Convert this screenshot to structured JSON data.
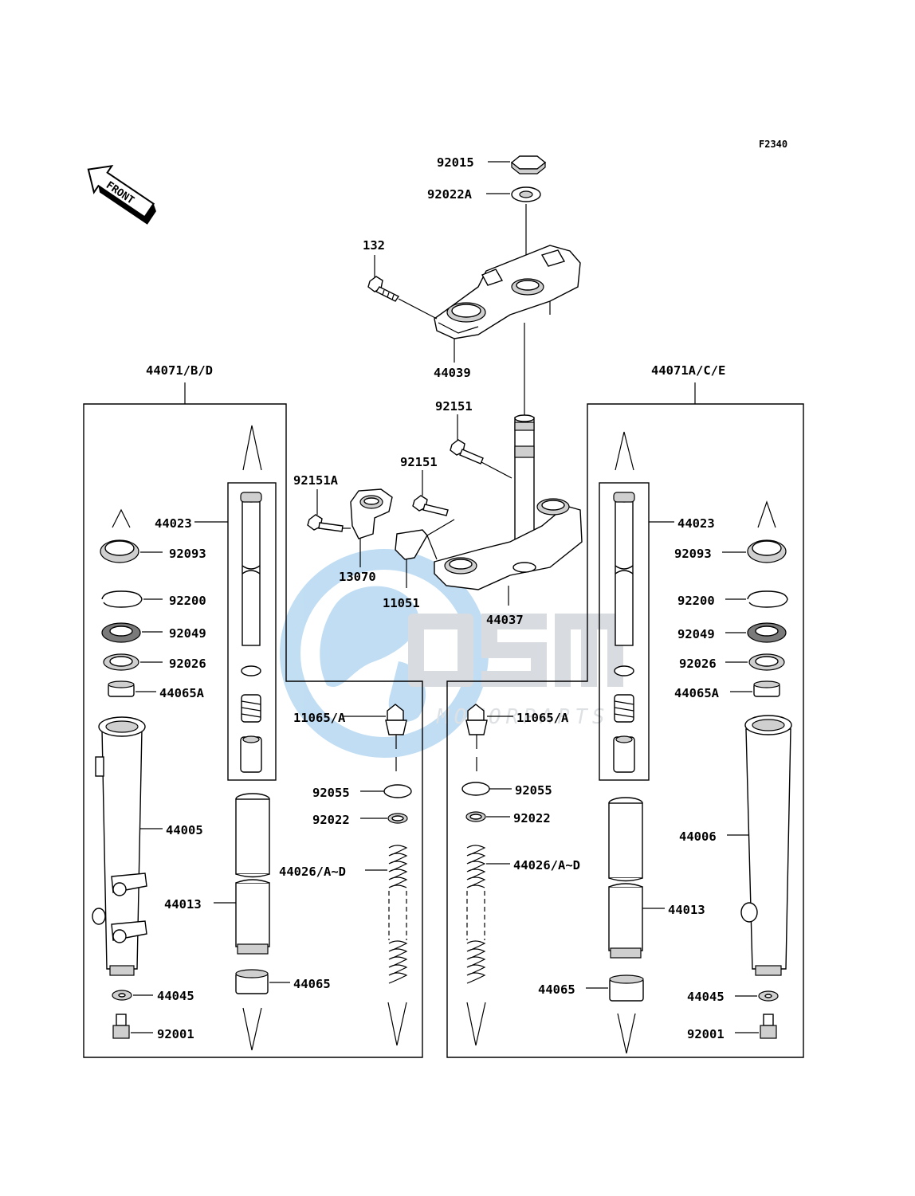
{
  "figure_code": "F2340",
  "direction_label": "FRONT",
  "watermark": {
    "brand": "OEM",
    "subtitle": "MOTORPARTS",
    "colors": {
      "globe": "#8ec3ea",
      "letters": "#b9bfc5"
    }
  },
  "assemblies": {
    "left": "44071/B/D",
    "right": "44071A/C/E"
  },
  "labels": {
    "p92015": "92015",
    "p92022A": "92022A",
    "p132": "132",
    "p44039": "44039",
    "p92151_upper": "92151",
    "p92151_lower": "92151",
    "p92151A": "92151A",
    "p13070": "13070",
    "p11051": "11051",
    "p44037": "44037",
    "l_44023": "44023",
    "l_92093": "92093",
    "l_92200": "92200",
    "l_92049": "92049",
    "l_92026": "92026",
    "l_44065A": "44065A",
    "l_44005": "44005",
    "l_44013": "44013",
    "l_44045": "44045",
    "l_44065": "44065",
    "l_92001": "92001",
    "l_11065A": "11065/A",
    "l_92055": "92055",
    "l_92022": "92022",
    "l_44026": "44026/A~D",
    "r_44023": "44023",
    "r_92093": "92093",
    "r_92200": "92200",
    "r_92049": "92049",
    "r_92026": "92026",
    "r_44065A": "44065A",
    "r_44006": "44006",
    "r_44013": "44013",
    "r_44045": "44045",
    "r_44065": "44065",
    "r_92001": "92001",
    "r_11065A": "11065/A",
    "r_92055": "92055",
    "r_92022": "92022",
    "r_44026": "44026/A~D"
  }
}
